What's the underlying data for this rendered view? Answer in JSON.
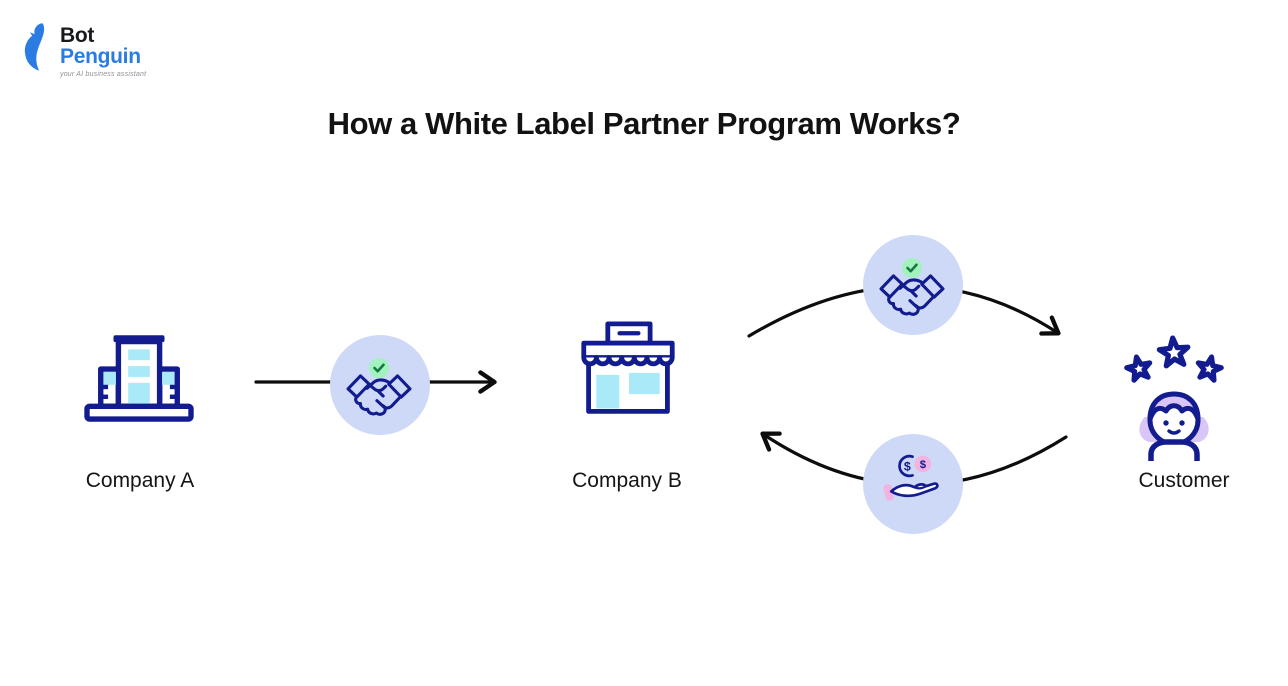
{
  "logo": {
    "bot": "Bot",
    "penguin": "Penguin",
    "tagline": "your AI business assistant"
  },
  "title": "How a White Label Partner Program Works?",
  "nodes": [
    {
      "id": "company-a",
      "label": "Company A",
      "icon": "office-building-icon"
    },
    {
      "id": "company-b",
      "label": "Company B",
      "icon": "storefront-icon"
    },
    {
      "id": "customer",
      "label": "Customer",
      "icon": "customer-with-stars-icon"
    }
  ],
  "connectors": [
    {
      "from": "Company A",
      "to": "Company B",
      "style": "straight-arrow-right",
      "badge": "handshake-with-check"
    },
    {
      "from": "Company B",
      "to": "Customer",
      "style": "curved-arrow-right",
      "badge": "handshake-with-check"
    },
    {
      "from": "Customer",
      "to": "Company B",
      "style": "curved-arrow-left",
      "badge": "hand-receiving-money"
    }
  ],
  "icons": {
    "coin_symbol": "$",
    "small_coin_symbol": "$"
  },
  "colors": {
    "navy": "#121c8f",
    "cyan": "#a9e9f8",
    "circle_fill": "#cdd9f7",
    "badge_green": "#a2f2c0",
    "badge_check": "#177a3d",
    "pink": "#f2b3e3",
    "lavender": "#d9c6f6",
    "arrow": "#0d0d0d",
    "logo_blue": "#2b7ce2",
    "tagline_gray": "#8e9196",
    "text": "#121212"
  }
}
